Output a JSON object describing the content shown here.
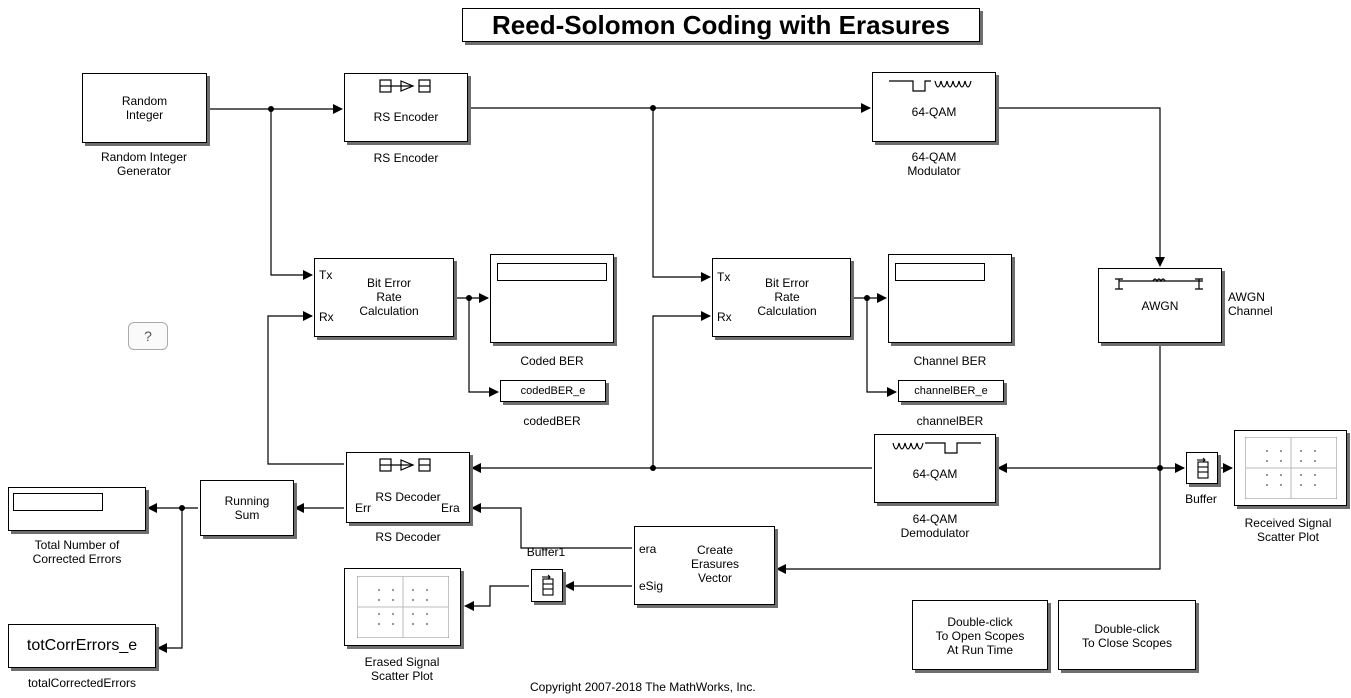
{
  "title": "Reed-Solomon Coding with Erasures",
  "help": "?",
  "copyright": "Copyright 2007-2018 The MathWorks, Inc.",
  "blocks": {
    "random_integer": {
      "text": "Random\nInteger",
      "label": "Random Integer\nGenerator"
    },
    "rs_encoder": {
      "text": "RS Encoder",
      "label": "RS Encoder"
    },
    "qam_mod": {
      "text": "64-QAM",
      "label": "64-QAM\nModulator"
    },
    "ber1": {
      "text": "Bit Error\nRate\nCalculation",
      "port_tx": "Tx",
      "port_rx": "Rx"
    },
    "coded_ber": {
      "label": "Coded BER"
    },
    "coded_ber_ws": {
      "text": "codedBER_e",
      "label": "codedBER"
    },
    "ber2": {
      "text": "Bit Error\nRate\nCalculation",
      "port_tx": "Tx",
      "port_rx": "Rx"
    },
    "channel_ber": {
      "label": "Channel BER"
    },
    "channel_ber_ws": {
      "text": "channelBER_e",
      "label": "channelBER"
    },
    "awgn": {
      "text": "AWGN",
      "label": "AWGN\nChannel"
    },
    "qam_demod": {
      "text": "64-QAM",
      "label": "64-QAM\nDemodulator"
    },
    "rs_decoder": {
      "text": "RS Decoder",
      "port_err": "Err",
      "port_era": "Era",
      "label": "RS Decoder"
    },
    "running_sum": {
      "text": "Running\nSum"
    },
    "total_errors": {
      "label": "Total Number of\nCorrected Errors"
    },
    "tot_corr_ws": {
      "text": "totCorrErrors_e",
      "label": "totalCorrectedErrors"
    },
    "buffer": {
      "label": "Buffer"
    },
    "buffer1": {
      "label": "Buffer1"
    },
    "received_scatter": {
      "label": "Received Signal\nScatter Plot"
    },
    "erasures": {
      "text": "Create\nErasures\nVector",
      "port_era": "era",
      "port_esig": "eSig"
    },
    "erased_scatter": {
      "label": "Erased Signal\nScatter Plot"
    },
    "open_scopes": {
      "text": "Double-click\nTo Open Scopes\nAt Run Time"
    },
    "close_scopes": {
      "text": "Double-click\nTo Close Scopes"
    }
  }
}
